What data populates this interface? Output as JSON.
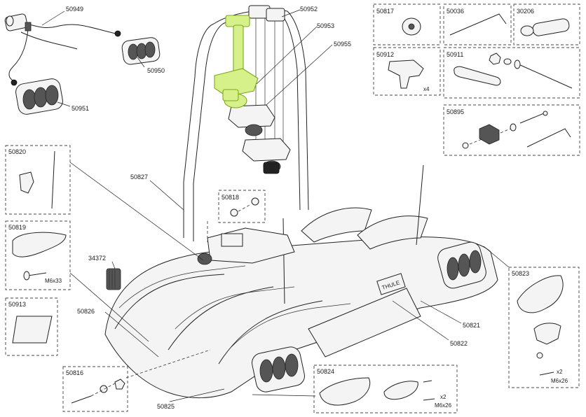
{
  "diagram": {
    "highlight_color": "#d6f08a",
    "labels": {
      "p50949": "50949",
      "p50952": "50952",
      "p50953": "50953",
      "p50955": "50955",
      "p50950": "50950",
      "p50951": "50951",
      "p50817": "50817",
      "p50036": "50036",
      "p30206": "30206",
      "p50912": "50912",
      "p50911": "50911",
      "p50895": "50895",
      "p50820": "50820",
      "p50827": "50827",
      "p50818": "50818",
      "p50819": "50819",
      "p34372": "34372",
      "p50823": "50823",
      "p50913": "50913",
      "p50826": "50826",
      "p50821": "50821",
      "p50822": "50822",
      "p50816": "50816",
      "p50824": "50824",
      "p50825": "50825"
    },
    "annotations": {
      "x4": "x4",
      "m6x33": "M6x33",
      "x2_right": "x2",
      "m6x26_right": "M6x26",
      "x2_bottom": "x2",
      "m6x26_bottom": "M6x26",
      "plate_text": "THULE"
    }
  }
}
